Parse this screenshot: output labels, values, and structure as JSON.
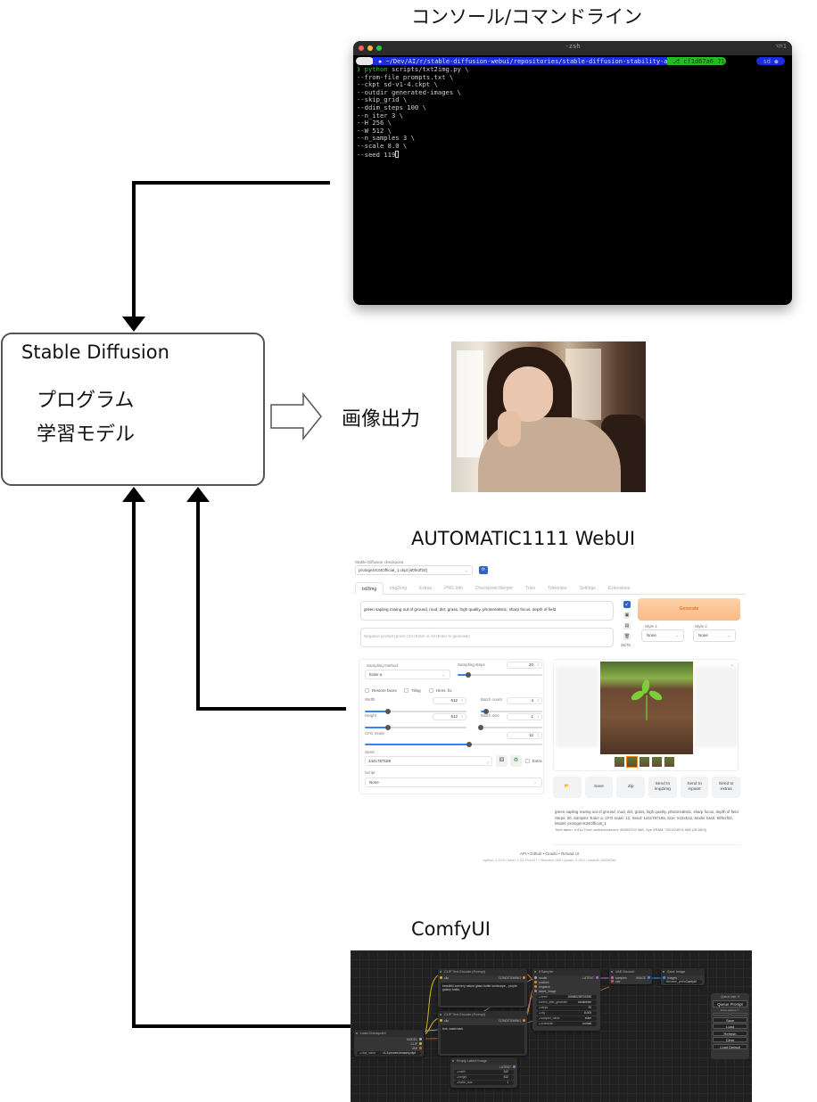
{
  "diagram": {
    "center_box": {
      "title": "Stable Diffusion",
      "lines": [
        "プログラム",
        "学習モデル"
      ]
    },
    "output_label": "画像出力",
    "sections": {
      "console": "コンソール/コマンドライン",
      "webui": "AUTOMATIC1111 WebUI",
      "comfyui": "ComfyUI"
    }
  },
  "terminal": {
    "title": "-zsh",
    "shortcut": "⌥⌘1",
    "prompt": {
      "apple": "",
      "path": "~/Dev/AI/r/stable-diffusion-webui/repositories/stable-diffusion-stability-ai",
      "git": "cf1d67a6 ?1",
      "env": "sd"
    },
    "command_name": "python",
    "command_rest": " scripts/txt2img.py \\",
    "lines": [
      "--from-file prompts.txt \\",
      "--ckpt sd-v1-4.ckpt \\",
      "--outdir generated-images \\",
      "--skip_grid \\",
      "--ddim_steps 100 \\",
      "--n_iter 3 \\",
      "--H 256 \\",
      "--W 512 \\",
      "--n_samples 3 \\",
      "--scale 8.0 \\"
    ],
    "last_line": "--seed 119"
  },
  "webui": {
    "checkpoint_label": "Stable Diffusion checkpoint",
    "checkpoint_value": "protogenX34Official_1.ckpt [60fe2f34]",
    "tabs": [
      "txt2img",
      "img2img",
      "Extras",
      "PNG Info",
      "Checkpoint Merger",
      "Train",
      "Tokenizer",
      "Settings",
      "Extensions"
    ],
    "prompt": "green sapling rowing out of ground, mud, dirt, grass, high quality, photorealistic, sharp focus, depth of field",
    "negative_placeholder": "Negative prompt (press Ctrl+Enter or Alt+Enter to generate)",
    "token_count": "26/75",
    "generate_label": "Generate",
    "style1_label": "Style 1",
    "style1_value": "None",
    "style2_label": "Style 2",
    "style2_value": "None",
    "sampling_method_label": "Sampling method",
    "sampling_method_value": "Euler a",
    "sampling_steps_label": "Sampling steps",
    "sampling_steps_value": "20",
    "sampling_steps_fraction": 0.13,
    "restore_faces": "Restore faces",
    "tiling": "Tiling",
    "hires_fix": "Hires. fix",
    "width_label": "Width",
    "width_value": "512",
    "width_fraction": 0.23,
    "height_label": "Height",
    "height_value": "512",
    "height_fraction": 0.23,
    "batch_count_label": "Batch count",
    "batch_count_value": "4",
    "batch_count_fraction": 0.08,
    "batch_size_label": "Batch size",
    "batch_size_value": "1",
    "batch_size_fraction": 0.0,
    "cfg_label": "CFG Scale",
    "cfg_value": "12",
    "cfg_fraction": 0.59,
    "seed_label": "Seed",
    "seed_value": "1441787169",
    "extra_label": "Extra",
    "script_label": "Script",
    "script_value": "None",
    "actions": [
      "📂",
      "Save",
      "Zip",
      "Send to img2img",
      "Send to inpaint",
      "Send to extras"
    ],
    "info_prompt": "green sapling rowing out of ground, mud, dirt, grass, high quality, photorealistic, sharp focus, depth of field",
    "info_params": "Steps: 20, Sampler: Euler a, CFG scale: 12, Seed: 1441787169, Size: 512x512, Model hash: 60fe2f34, Model: protogenX34Official_1",
    "info_time": "Time taken: 4.61s  Torch active/reserved: 3089/4702 MiB, Sys VRAM: 7023/24576 MiB (28.58%)",
    "footer_links": "API  •  Github  •  Gradio  •  Reload UI",
    "footer_versions": "python: 3.10.6  •  torch: 1.13.1+cu117  •  xformers: N/A  •  gradio: 3.15.0  •  commit: 0832d7a6"
  },
  "comfy": {
    "nodes": {
      "clip_pos": {
        "title": "CLIP Text Encode (Prompt)",
        "in": "clip",
        "out": "CONDITIONING",
        "text": "beautiful scenery nature glass bottle landscape, , purple galaxy bottle,"
      },
      "clip_neg": {
        "title": "CLIP Text Encode (Prompt)",
        "in": "clip",
        "out": "CONDITIONING",
        "text": "text, watermark"
      },
      "ksampler": {
        "title": "KSampler",
        "inputs": [
          "model",
          "positive",
          "negative",
          "latent_image"
        ],
        "out": "LATENT",
        "widgets": [
          {
            "name": "seed",
            "value": "156680208700286"
          },
          {
            "name": "control_after_generate",
            "value": "randomize"
          },
          {
            "name": "steps",
            "value": "20"
          },
          {
            "name": "cfg",
            "value": "8.000"
          },
          {
            "name": "sampler_name",
            "value": "euler"
          },
          {
            "name": "scheduler",
            "value": "normal"
          },
          {
            "name": "denoise",
            "value": "1.000"
          }
        ]
      },
      "vae_decode": {
        "title": "VAE Decode",
        "inputs": [
          "samples",
          "vae"
        ],
        "out": "IMAGE"
      },
      "save_image": {
        "title": "Save Image",
        "in": "images",
        "widget_name": "filename_prefix",
        "widget_value": "ComfyUI"
      },
      "load_ckpt": {
        "title": "Load Checkpoint",
        "outs": [
          "MODEL",
          "CLIP",
          "VAE"
        ],
        "widget_name": "ckpt_name",
        "widget_value": "v1-5-pruned-emaonly.ckpt"
      },
      "empty_latent": {
        "title": "Empty Latent Image",
        "out": "LATENT",
        "widgets": [
          {
            "name": "width",
            "value": "512"
          },
          {
            "name": "height",
            "value": "512"
          },
          {
            "name": "batch_size",
            "value": "1"
          }
        ]
      }
    },
    "queue": {
      "title": "Queue size: 0",
      "queue_prompt": "Queue Prompt",
      "extra_options": "Extra options",
      "buttons": [
        "Save",
        "Load",
        "Refresh",
        "Clear",
        "Load Default"
      ]
    }
  },
  "colors": {
    "connector": "#000000",
    "box_border": "#555555",
    "terminal_bg": "#000000",
    "generate_accent": "#fbb984",
    "comfy_bg": "#202020"
  }
}
